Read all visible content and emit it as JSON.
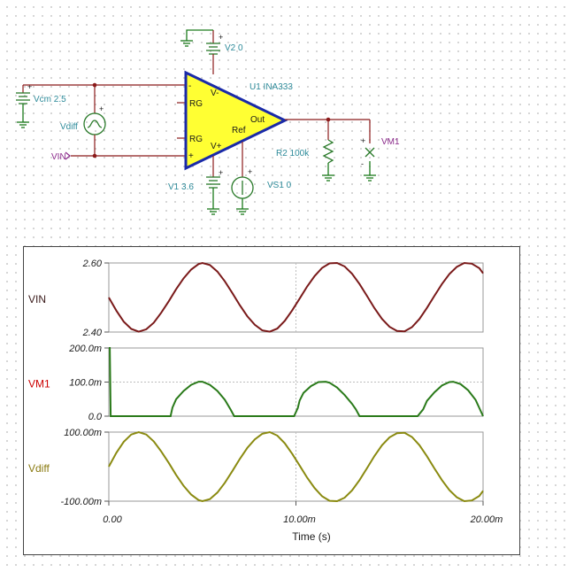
{
  "schematic": {
    "opamp_name": "U1 INA333",
    "pin_vminus": "V-",
    "pin_vplus": "V+",
    "pin_rg_top": "RG",
    "pin_rg_bottom": "RG",
    "pin_out": "Out",
    "pin_ref": "Ref",
    "pin_minus_sign": "-",
    "pin_plus_sign": "+",
    "v2": "V2 0",
    "vcm": "Vcm 2.5",
    "vdiff": "Vdiff",
    "vin": "VIN",
    "v1": "V1 3.6",
    "vs1": "VS1 0",
    "r2": "R2 100k",
    "vm1": "VM1"
  },
  "chart_data": {
    "type": "line",
    "xlabel": "Time (s)",
    "x_ticks": [
      "0.00",
      "10.00m",
      "20.00m"
    ],
    "xlim": [
      0,
      0.02
    ],
    "panels": [
      {
        "name": "VIN",
        "color": "#7a1a1a",
        "label_color": "#3a1a1a",
        "tick_color": "#1a1a1a",
        "ylim": [
          2.4,
          2.6
        ],
        "y_ticks": [
          "2.60",
          "2.40"
        ],
        "series": {
          "name": "VIN",
          "x": [
            0,
            0.0004,
            0.0008,
            0.0012,
            0.0016,
            0.002,
            0.0024,
            0.0028,
            0.0032,
            0.0036,
            0.004,
            0.0044,
            0.0048,
            0.005,
            0.0054,
            0.0058,
            0.0062,
            0.0066,
            0.007,
            0.0074,
            0.0078,
            0.0082,
            0.0086,
            0.009,
            0.0094,
            0.0098,
            0.0102,
            0.0106,
            0.011,
            0.0114,
            0.0118,
            0.0122,
            0.0126,
            0.013,
            0.0134,
            0.0138,
            0.0142,
            0.0146,
            0.015,
            0.0154,
            0.0158,
            0.0162,
            0.0166,
            0.017,
            0.0174,
            0.0178,
            0.0182,
            0.0186,
            0.019,
            0.0194,
            0.0198,
            0.02
          ],
          "y": [
            2.5,
            2.462,
            2.43,
            2.409,
            2.401,
            2.408,
            2.427,
            2.456,
            2.489,
            2.524,
            2.556,
            2.581,
            2.597,
            2.6,
            2.594,
            2.575,
            2.547,
            2.513,
            2.478,
            2.446,
            2.421,
            2.405,
            2.401,
            2.41,
            2.432,
            2.463,
            2.497,
            2.532,
            2.562,
            2.586,
            2.599,
            2.6,
            2.59,
            2.569,
            2.539,
            2.504,
            2.469,
            2.438,
            2.415,
            2.403,
            2.402,
            2.414,
            2.438,
            2.47,
            2.505,
            2.539,
            2.568,
            2.589,
            2.6,
            2.598,
            2.585,
            2.57
          ]
        }
      },
      {
        "name": "VM1",
        "color": "#2a7a1a",
        "label_color": "#cc0000",
        "tick_color": "#cc0000",
        "ylim": [
          0,
          0.2
        ],
        "y_ticks": [
          "200.0m",
          "100.0m",
          "0.0"
        ],
        "series": {
          "name": "VM1",
          "x": [
            0,
            5e-05,
            0.0001,
            0.0002,
            0.001,
            0.002,
            0.003,
            0.0033,
            0.0034,
            0.0036,
            0.004,
            0.0044,
            0.0048,
            0.005,
            0.0054,
            0.0058,
            0.0062,
            0.0065,
            0.0067,
            0.008,
            0.009,
            0.0099,
            0.0101,
            0.0102,
            0.0104,
            0.0108,
            0.0112,
            0.0116,
            0.0118,
            0.0122,
            0.0126,
            0.013,
            0.0132,
            0.0134,
            0.015,
            0.0165,
            0.0168,
            0.017,
            0.0174,
            0.0178,
            0.0182,
            0.0184,
            0.0188,
            0.0192,
            0.0196,
            0.02
          ],
          "y": [
            0.2,
            0.2,
            0,
            0,
            0,
            0,
            0,
            0,
            0.025,
            0.05,
            0.074,
            0.092,
            0.101,
            0.101,
            0.092,
            0.074,
            0.048,
            0.02,
            0,
            0,
            0,
            0,
            0.024,
            0.046,
            0.068,
            0.088,
            0.1,
            0.101,
            0.098,
            0.084,
            0.062,
            0.036,
            0.02,
            0,
            0,
            0,
            0.02,
            0.045,
            0.07,
            0.09,
            0.1,
            0.101,
            0.094,
            0.076,
            0.048,
            0
          ]
        }
      },
      {
        "name": "Vdiff",
        "color": "#8a8a10",
        "label_color": "#8a7a10",
        "tick_color": "#1a1a1a",
        "ylim": [
          -0.1,
          0.1
        ],
        "y_ticks": [
          "100.00m",
          "-100.00m"
        ],
        "series": {
          "name": "Vdiff",
          "x": [
            0,
            0.0004,
            0.0008,
            0.0012,
            0.0016,
            0.002,
            0.0024,
            0.0028,
            0.0032,
            0.0036,
            0.004,
            0.0044,
            0.0048,
            0.005,
            0.0054,
            0.0058,
            0.0062,
            0.0066,
            0.007,
            0.0074,
            0.0078,
            0.0082,
            0.0086,
            0.009,
            0.0094,
            0.0098,
            0.0102,
            0.0106,
            0.011,
            0.0114,
            0.0118,
            0.0122,
            0.0126,
            0.013,
            0.0134,
            0.0138,
            0.0142,
            0.0146,
            0.015,
            0.0154,
            0.0158,
            0.0162,
            0.0166,
            0.017,
            0.0174,
            0.0178,
            0.0182,
            0.0186,
            0.019,
            0.0194,
            0.0198,
            0.02
          ],
          "y": [
            0,
            0.04,
            0.072,
            0.093,
            0.1,
            0.093,
            0.073,
            0.044,
            0.011,
            -0.024,
            -0.056,
            -0.081,
            -0.097,
            -0.1,
            -0.094,
            -0.075,
            -0.047,
            -0.013,
            0.022,
            0.054,
            0.079,
            0.095,
            0.1,
            0.09,
            0.068,
            0.037,
            0.003,
            -0.032,
            -0.062,
            -0.086,
            -0.099,
            -0.1,
            -0.09,
            -0.069,
            -0.039,
            -0.004,
            0.031,
            0.062,
            0.085,
            0.097,
            0.098,
            0.086,
            0.062,
            0.03,
            -0.005,
            -0.039,
            -0.068,
            -0.089,
            -0.1,
            -0.098,
            -0.085,
            -0.07
          ]
        }
      }
    ]
  }
}
